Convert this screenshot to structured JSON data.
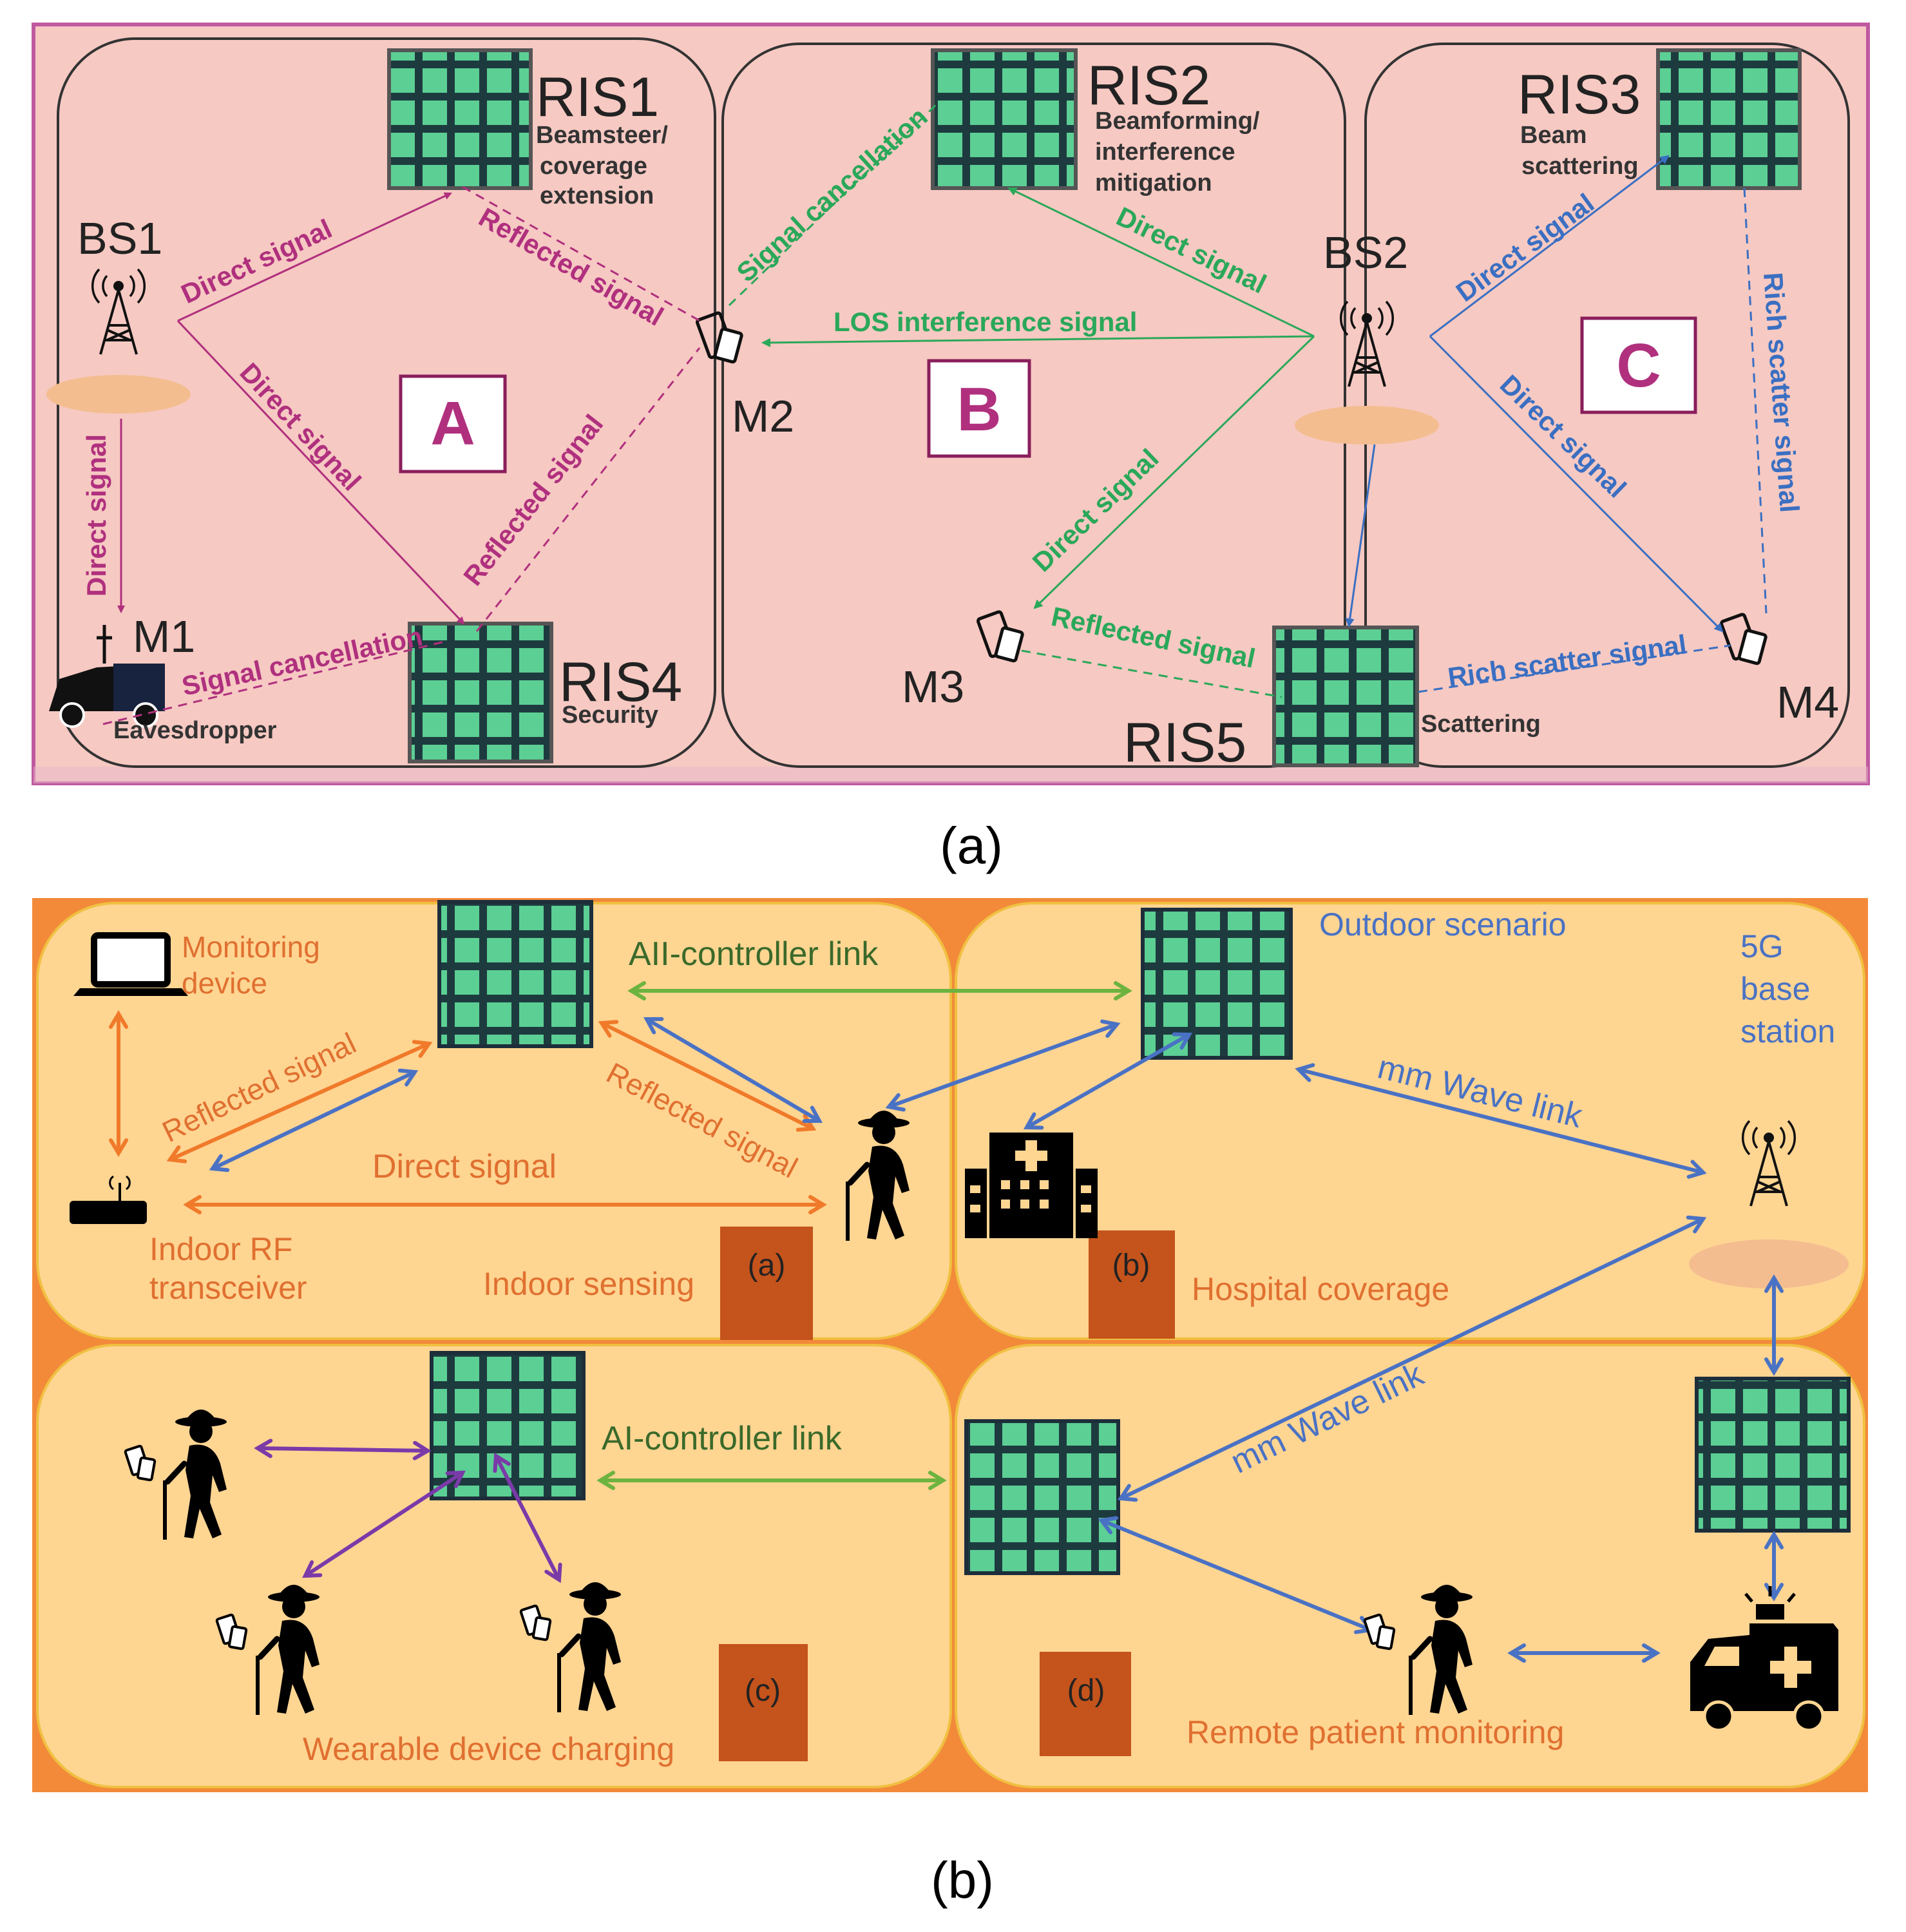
{
  "panel_a": {
    "zones": {
      "a": "A",
      "b": "B",
      "c": "C"
    },
    "ris": {
      "ris1": {
        "name": "RIS1",
        "desc": [
          "Beamsteer/",
          "coverage",
          "extension"
        ]
      },
      "ris2": {
        "name": "RIS2",
        "desc": [
          "Beamforming/",
          "interference",
          "mitigation"
        ]
      },
      "ris3": {
        "name": "RIS3",
        "desc": [
          "Beam",
          "scattering"
        ]
      },
      "ris4": {
        "name": "RIS4",
        "desc": [
          "Security"
        ]
      },
      "ris5": {
        "name": "RIS5",
        "desc": [
          "Scattering"
        ]
      }
    },
    "nodes": {
      "bs1": "BS1",
      "bs2": "BS2",
      "m1": "M1",
      "m2": "M2",
      "m3": "M3",
      "m4": "M4",
      "eavesdropper": "Eavesdropper"
    },
    "links": {
      "a_bs1_ris1": "Direct signal",
      "a_bs1_ris4": "Direct signal",
      "a_bs1_m1": "Direct signal",
      "a_ris1_m2": "Reflected signal",
      "a_ris4_m2": "Reflected signal",
      "a_m1_ris4": "Signal cancellation",
      "b_m2_ris2": "Signal cancellation",
      "b_bs2_ris2": "Direct signal",
      "b_los": "LOS interference signal",
      "b_bs2_m3": "Direct signal",
      "b_ris5_m3": "Reflected signal",
      "c_bs2_ris3": "Direct signal",
      "c_bs2_m4": "Direct signal",
      "c_ris3_m4": "Rich scatter signal",
      "c_ris5_m4": "Rich scatter signal"
    },
    "colors": {
      "zone_a": "#b0307e",
      "zone_b": "#2aa85a",
      "zone_c": "#3a6fc2",
      "frame": "#c05aa0",
      "bg": "#f6c9c2"
    }
  },
  "panel_b": {
    "labels": {
      "monitoring_device": [
        "Monitoring",
        "device"
      ],
      "indoor_rf": [
        "Indoor RF",
        "transceiver"
      ],
      "ai_link_top": "AII-controller link",
      "ai_link_bottom": "AI-controller link",
      "reflected_left": "Reflected signal",
      "reflected_right": "Reflected signal",
      "direct_signal": "Direct signal",
      "indoor_sensing": "Indoor sensing",
      "outdoor_scenario": "Outdoor scenario",
      "base_station": [
        "5G",
        "base",
        "station"
      ],
      "mmwave_top": "mm Wave link",
      "mmwave_bottom": "mm Wave link",
      "hospital_coverage": "Hospital coverage",
      "wearable_charging": "Wearable device charging",
      "remote_monitoring": "Remote patient monitoring"
    },
    "subpanels": {
      "a": "(a)",
      "b": "(b)",
      "c": "(c)",
      "d": "(d)"
    },
    "colors": {
      "orange": "#f07a2a",
      "blue": "#4a72c4",
      "green": "#6cb33f",
      "purple": "#7a3aa8",
      "tile": "#ffd592",
      "bg": "#f28a3a"
    }
  },
  "captions": {
    "a": "(a)",
    "b": "(b)"
  }
}
